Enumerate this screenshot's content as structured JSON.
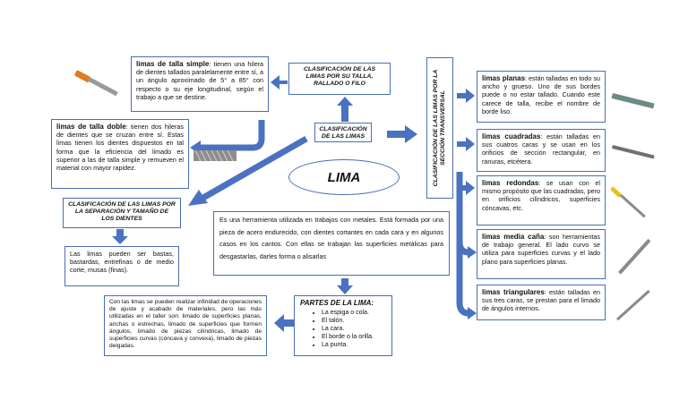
{
  "center": {
    "label": "LIMA"
  },
  "clasificacion": {
    "label": "CLASIFICACIÓN DE LAS LIMAS"
  },
  "talla": {
    "title": "CLASIFICACIÓN DE LAS LIMAS POR SU TALLA, RALLADO O FILO"
  },
  "talla_simple": {
    "term": "limas de talla simple",
    "desc": ": tienen una hilera de dientes tallados paralelamente entre sí, a un ángulo aproximado de 5° a 85° con respecto o su eje longitudinal, según el trabajo a que se destine."
  },
  "talla_doble": {
    "term": "limas de talla doble",
    "desc": ": tienen dos hileras de dientes que se cruzan entre sí. Estas limas tienen los dientes dispuestos en tal forma que la eficiencia del limado es superior a las de talla simple y remueven el material con mayor rapidez."
  },
  "separacion": {
    "title": "CLASIFICACIÓN DE LAS LIMAS POR LA SEPARACIÓN Y TAMAÑO DE LOS DIENTES",
    "desc": "Las limas pueden ser bastas, bastardas, entrefinas o de medio corte, musas (finas)."
  },
  "definicion": {
    "text": "Es una herramienta utilizada en trabajos con metales. Está formada por una pieza de acero endurecido, con dientes cortantes en cada cara y en algunos casos en los cantos. Con ellas se trabajan las superficies metálicas para desgastarlas, darles forma o alisarlas"
  },
  "partes": {
    "title": "PARTES DE LA LIMA:",
    "items": [
      "La espiga o cola.",
      "El talón.",
      "La cara.",
      "El borde o la orilla.",
      "La punta."
    ]
  },
  "operaciones": {
    "text": "Con las limas se pueden realizar infinidad de operaciones de ajuste y acabado de materiales, pero las más utilizadas en el taller son: limado de superficies planas, anchas o estrechas, limado de superficies que formen ángulos, limado de piezas cilíndricas, limado de superficies curvas (cóncava y convexa), limado de piezas delgadas."
  },
  "seccion": {
    "title": "CLASIFICACIÓN DE LAS LIMAS POR LA SECCIÓN TRANSVERSAL"
  },
  "planas": {
    "term": "limas planas",
    "desc": ": están talladas en todo su ancho y grueso. Uno de sus bordes puede o no estar tallado. Cuando este carece de talla, recibe el nombre de borde liso."
  },
  "cuadradas": {
    "term": "limas cuadradas",
    "desc": ": están talladas en sus cuatros caras y se usan en los orificios de sección rectangular, en ranuras, etcétera."
  },
  "redondas": {
    "term": "limas redondas",
    "desc": ": se usan con el mismo propósito que las cuadradas, pero en orificios cilíndricos, superficies cóncavas, etc."
  },
  "media_cana": {
    "term": "limas media caña",
    "desc": ": son herramientas de trabajo general. El lado curvo se utiliza para superficies curvas y el lado plano para superficies planas."
  },
  "triangulares": {
    "term": "limas triangulares",
    "desc": ": están talladas en sus tres caras, se prestan para el limado de ángulos internos."
  },
  "colors": {
    "arrow": "#4a72c0",
    "border": "#4a6fb0"
  }
}
